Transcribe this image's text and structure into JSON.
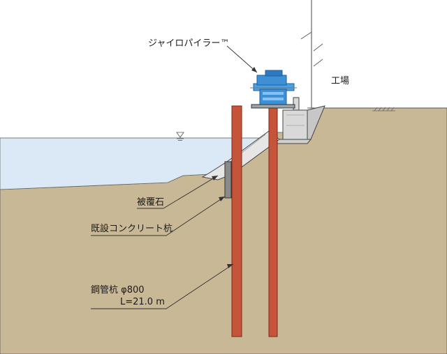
{
  "colors": {
    "sky": "#ffffff",
    "water": "#dbe9f6",
    "ground": "#c9b896",
    "pile_fill": "#c6543a",
    "pile_stroke": "#7a2a1a",
    "machine": "#3d8fd6",
    "concrete": "#d9d9d9",
    "outline": "#333333"
  },
  "labels": {
    "machine": "ジャイロパイラー™",
    "factory": "工場",
    "armor_stone": "被覆石",
    "existing_concrete_pile": "既設コンクリート杭",
    "steel_pile_line1": "鋼管杭 φ800",
    "steel_pile_line2": "L=21.0 m"
  },
  "icons": {
    "water_level": "water-level-triangle-icon",
    "ground_hatch": "ground-hatch-icon"
  }
}
